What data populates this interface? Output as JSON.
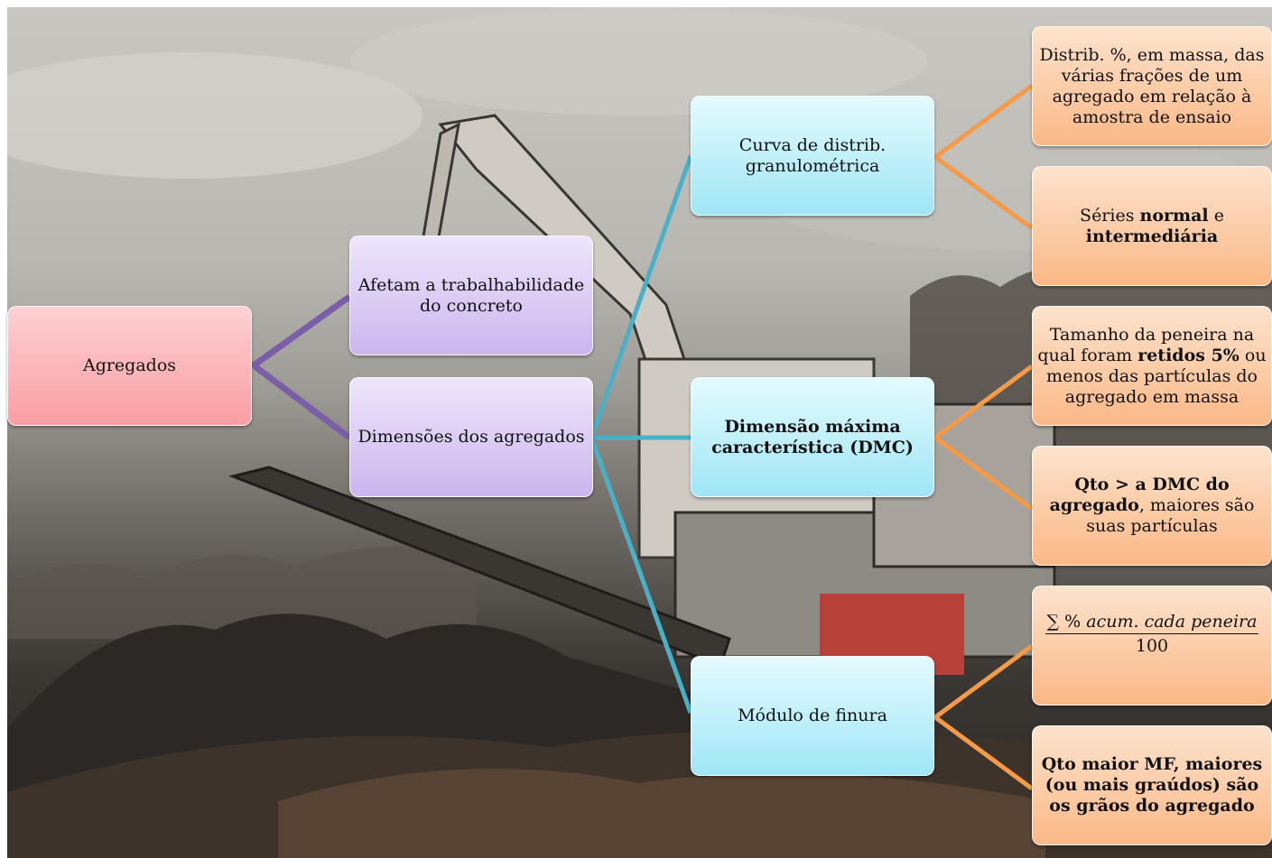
{
  "nodes": {
    "agregados": "Agregados",
    "trabalhabilidade": "Afetam a trabalhabilidade do concreto",
    "dimensoes": "Dimensões dos agregados",
    "curva": "Curva de distrib. granulométrica",
    "dmc": "Dimensão máxima característica (DMC)",
    "modulo": "Módulo de finura",
    "distrib_def": "Distrib. %, em massa, das várias frações de um agregado em relação à amostra de ensaio",
    "series": {
      "prefix": "Séries ",
      "normal": "normal",
      "conj": " e",
      "intermediaria": "intermediária"
    },
    "dmc_def": {
      "part1": "Tamanho da peneira na qual foram ",
      "bold": "retidos 5%",
      "part2": " ou menos das partículas do agregado em massa"
    },
    "qto_dmc": {
      "bold": "Qto > a DMC do agregado",
      "rest": ", maiores são suas partículas"
    },
    "formula": {
      "symbol": "∑",
      "percent": " % ",
      "numerator": "acum. cada peneira",
      "denominator": "100"
    },
    "qto_mf": "Qto maior MF, maiores (ou mais graúdos) são os grãos do agregado"
  },
  "colors": {
    "root": "#f99ea2",
    "level1": "#cbb5ee",
    "level2": "#9fe6f6",
    "level3": "#fab886",
    "connector_root": "#7b5ea8",
    "connector_level2": "#4ab0c8",
    "connector_level3": "#f49a48"
  }
}
